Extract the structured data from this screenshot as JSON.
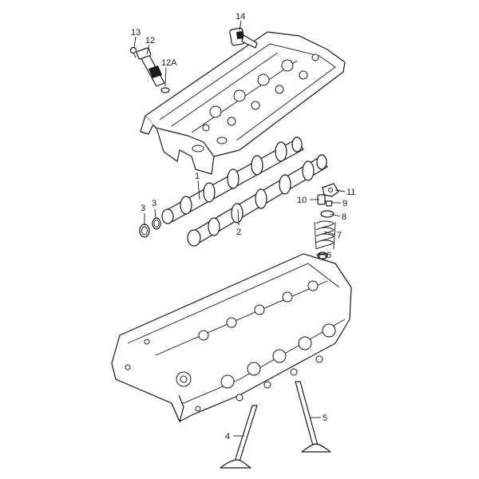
{
  "callouts": {
    "c1": "1",
    "c2": "2",
    "c3a": "3",
    "c3b": "3",
    "c4": "4",
    "c5": "5",
    "c6": "6",
    "c7": "7",
    "c8": "8",
    "c9": "9",
    "c10": "10",
    "c11": "11",
    "c12": "12",
    "c12a": "12A",
    "c13": "13",
    "c14": "14"
  },
  "colors": {
    "ink": "#1a1a1a",
    "background": "#ffffff"
  }
}
